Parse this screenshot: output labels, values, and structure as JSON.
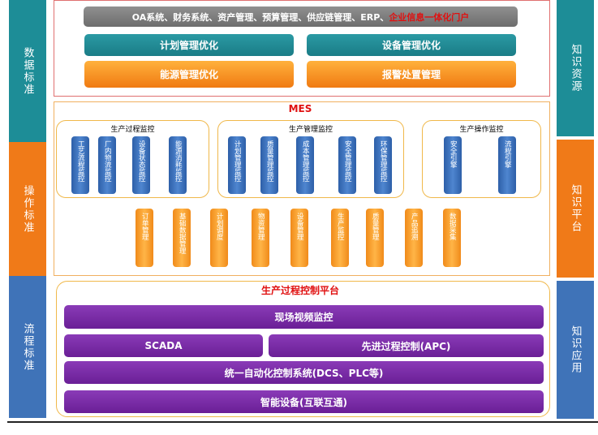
{
  "side_left": [
    "数据标准",
    "操作标准",
    "流程标准"
  ],
  "side_right": [
    "知识资源",
    "知识平台",
    "知识应用"
  ],
  "top": {
    "banner_text": "OA系统、财务系统、资产管理、预算管理、供应链管理、ERP、",
    "banner_highlight": "企业信息一体化门户",
    "btn1": "计划管理优化",
    "btn2": "设备管理优化",
    "btn3": "能源管理优化",
    "btn4": "报警处置管理"
  },
  "mes": {
    "title": "MES",
    "groups": [
      {
        "title": "生产过程监控",
        "items": [
          "工艺流程监控",
          "厂内物流监控",
          "设备状态监控",
          "能源消耗监控"
        ]
      },
      {
        "title": "生产管理监控",
        "items": [
          "计划管理监控",
          "质量管理监控",
          "成本管理监控",
          "安全管理监控",
          "环保管理监控"
        ]
      },
      {
        "title": "生产操作监控",
        "items": [
          "安全引擎",
          "流程引擎"
        ]
      }
    ],
    "modules": [
      "订单管理",
      "基础数据管理",
      "计划调度",
      "物资管理",
      "设备管理",
      "生产监控",
      "质量管理",
      "产品追溯",
      "数据采集"
    ]
  },
  "pcs": {
    "title": "生产过程控制平台",
    "video": "现场视频监控",
    "scada": "SCADA",
    "apc": "先进过程控制(APC)",
    "dcs": "统一自动化控制系统(DCS、PLC等)",
    "devices": "智能设备(互联互通)"
  },
  "colors": {
    "teal": "#1d8d97",
    "orange": "#f07a18",
    "blue": "#3f73b8",
    "purple": "#7a2aa8",
    "red": "#e01010"
  }
}
